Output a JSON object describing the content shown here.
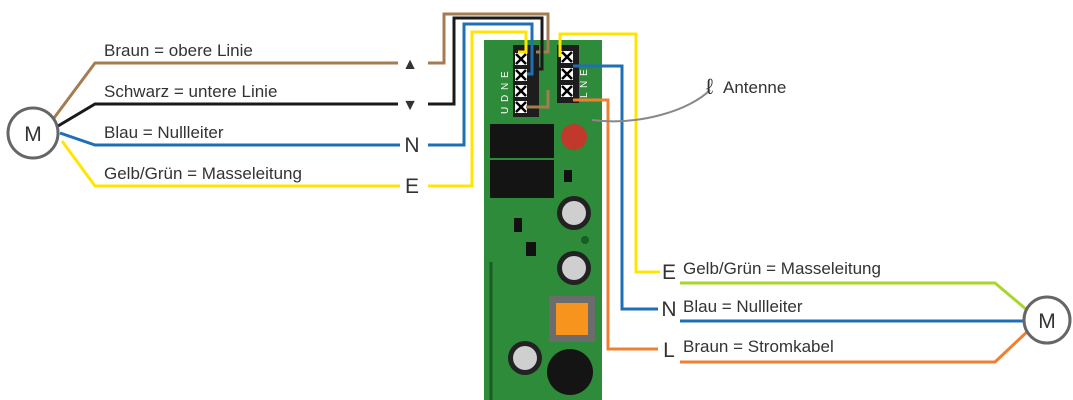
{
  "motor_left": {
    "label": "M"
  },
  "motor_right": {
    "label": "M"
  },
  "left_wires": [
    {
      "text": "Braun = obere Linie",
      "terminal": "▲",
      "color": "#a57c52"
    },
    {
      "text": "Schwarz = untere Linie",
      "terminal": "▼",
      "color": "#1a1a1a"
    },
    {
      "text": "Blau = Nullleiter",
      "terminal": "N",
      "color": "#1f6fb5"
    },
    {
      "text": "Gelb/Grün = Masseleitung",
      "terminal": "E",
      "color": "#ffe600"
    }
  ],
  "right_wires": [
    {
      "text": "Gelb/Grün = Masseleitung",
      "terminal": "E",
      "color": "#ffe600",
      "secondary_color": "#a8d62a"
    },
    {
      "text": "Blau = Nullleiter",
      "terminal": "N",
      "color": "#1f6fb5"
    },
    {
      "text": "Braun = Stromkabel",
      "terminal": "L",
      "color": "#f08030"
    }
  ],
  "antenna": {
    "label": "Antenne"
  },
  "board": {
    "left_terminal_labels": "U D N E",
    "right_terminal_labels": "L N E",
    "pcb_color": "#2e8b3a"
  }
}
